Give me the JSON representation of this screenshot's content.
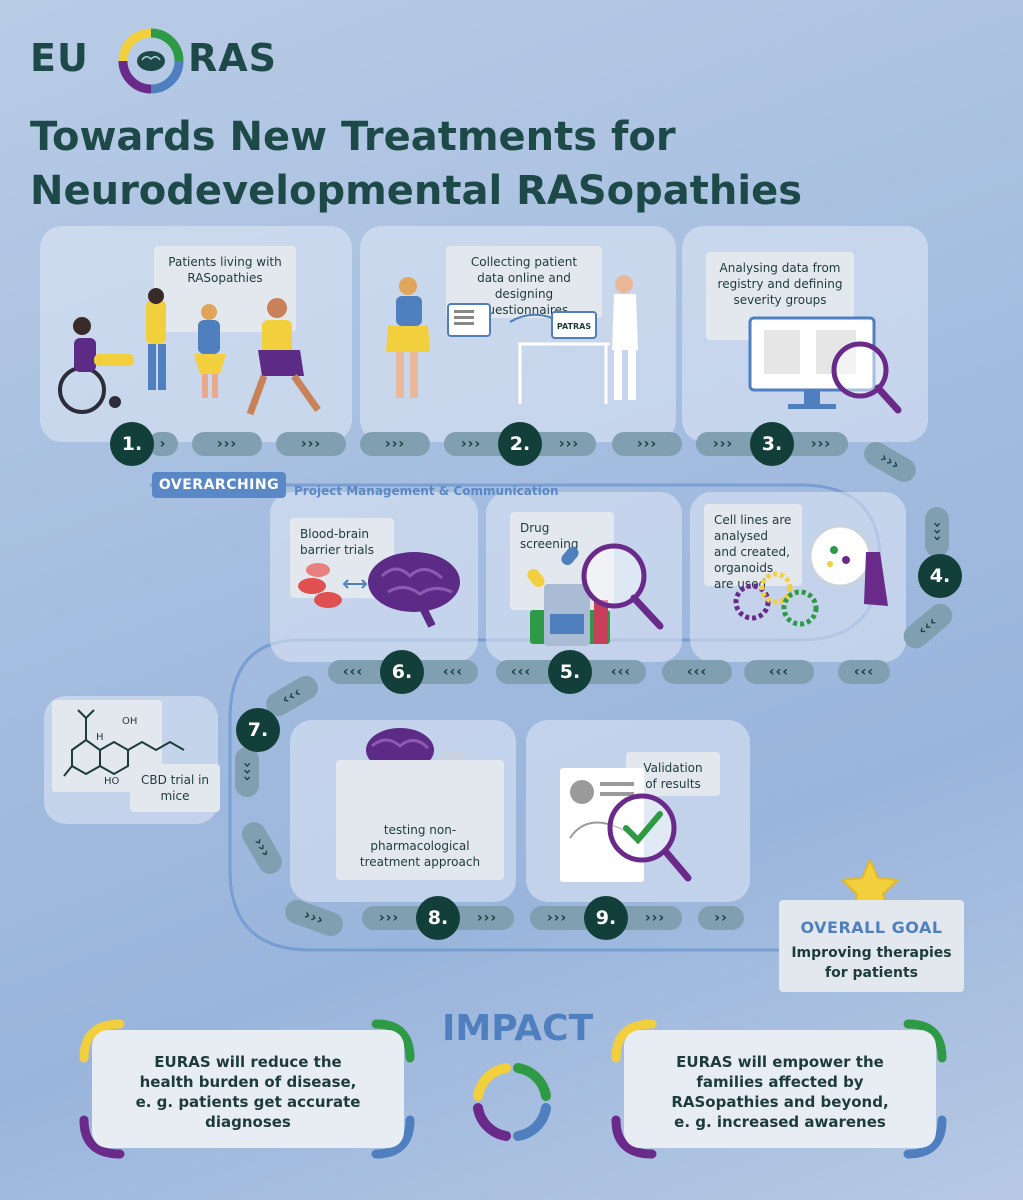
{
  "logo": {
    "left_text": "EU",
    "right_text": "RAS"
  },
  "title": {
    "line1": "Towards New Treatments for",
    "line2": "Neurodevelopmental RASopathies"
  },
  "steps": [
    {
      "number": "1.",
      "label": "Patients living with RASopathies"
    },
    {
      "number": "2.",
      "label": "Collecting patient data online and designing questionnaires",
      "screen_text": "PATRAS"
    },
    {
      "number": "3.",
      "label": "Analysing data from registry and defining severity groups"
    },
    {
      "number": "4.",
      "label": "Cell lines are analysed and created, organoids are used"
    },
    {
      "number": "5.",
      "label": "Drug screening"
    },
    {
      "number": "6.",
      "label": "Blood-brain barrier trials"
    },
    {
      "number": "7.",
      "label": "CBD trial in mice",
      "chem_labels": [
        "H",
        "OH",
        "HO"
      ]
    },
    {
      "number": "8.",
      "label": "testing non-pharmacological treatment approach"
    },
    {
      "number": "9.",
      "label": "Validation of results"
    }
  ],
  "chevrons": {
    "right": "›››",
    "left": "‹‹‹",
    "right_double": "››",
    "right_single": "›"
  },
  "overarching": {
    "badge": "OVERARCHING",
    "text": "Project Management & Communication"
  },
  "goal": {
    "title": "OVERALL GOAL",
    "text": "Improving therapies for patients"
  },
  "impact": {
    "title": "IMPACT",
    "left": "EURAS will reduce the health burden of disease, e. g. patients get accurate diagnoses",
    "right": "EURAS will empower the families affected by RASopathies and beyond, e. g. increased awarenes"
  },
  "colors": {
    "dark_teal": "#133f3a",
    "blue": "#4f7fbf",
    "yellow": "#f2cf3c",
    "green": "#2f9a46",
    "purple": "#6a2a8a",
    "chevron": "#80a0b2"
  }
}
